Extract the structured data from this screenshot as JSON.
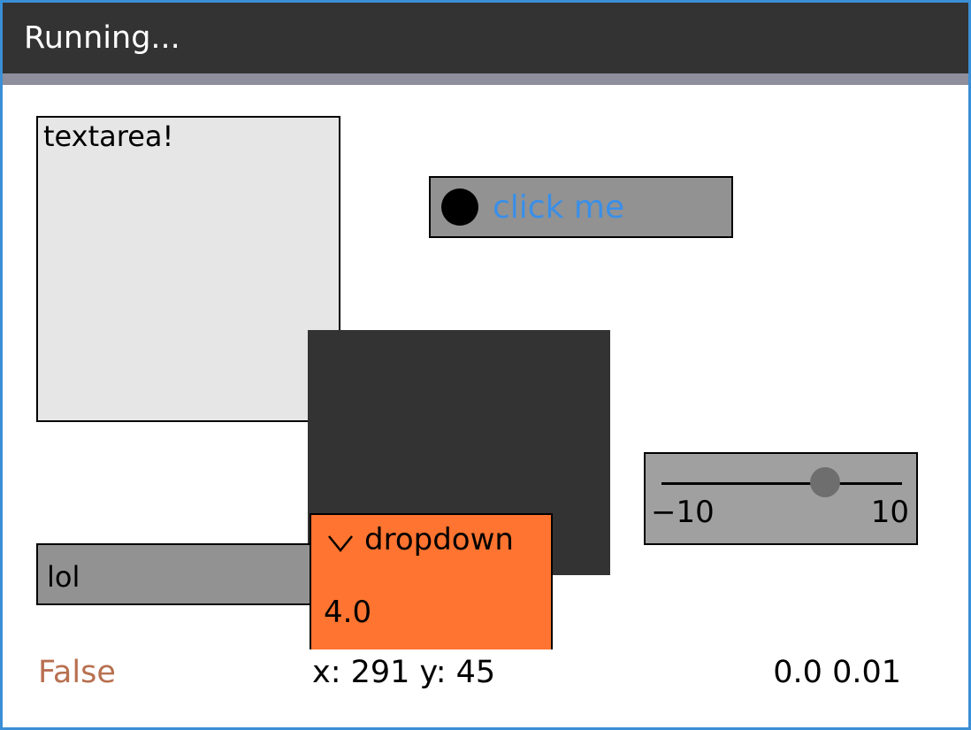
{
  "window": {
    "title": "Running..."
  },
  "textarea": {
    "value": "textarea!"
  },
  "button": {
    "label": "click me",
    "label_color": "#3a8fe8"
  },
  "slider": {
    "min_label": "−10",
    "max_label": "10",
    "min": -10,
    "max": 10,
    "value": 3.6
  },
  "text_input": {
    "value": "lol"
  },
  "dropdown": {
    "label": "dropdown",
    "selected_value": "4.0",
    "accent_color": "#ff7430"
  },
  "status": {
    "boolean_text": "False",
    "coords_text": "x: 291 y: 45",
    "values_text": "0.0 0.01"
  },
  "icons": {
    "dropdown_chevron": "chevron-down-icon",
    "button_indicator": "radio-dot-icon"
  }
}
